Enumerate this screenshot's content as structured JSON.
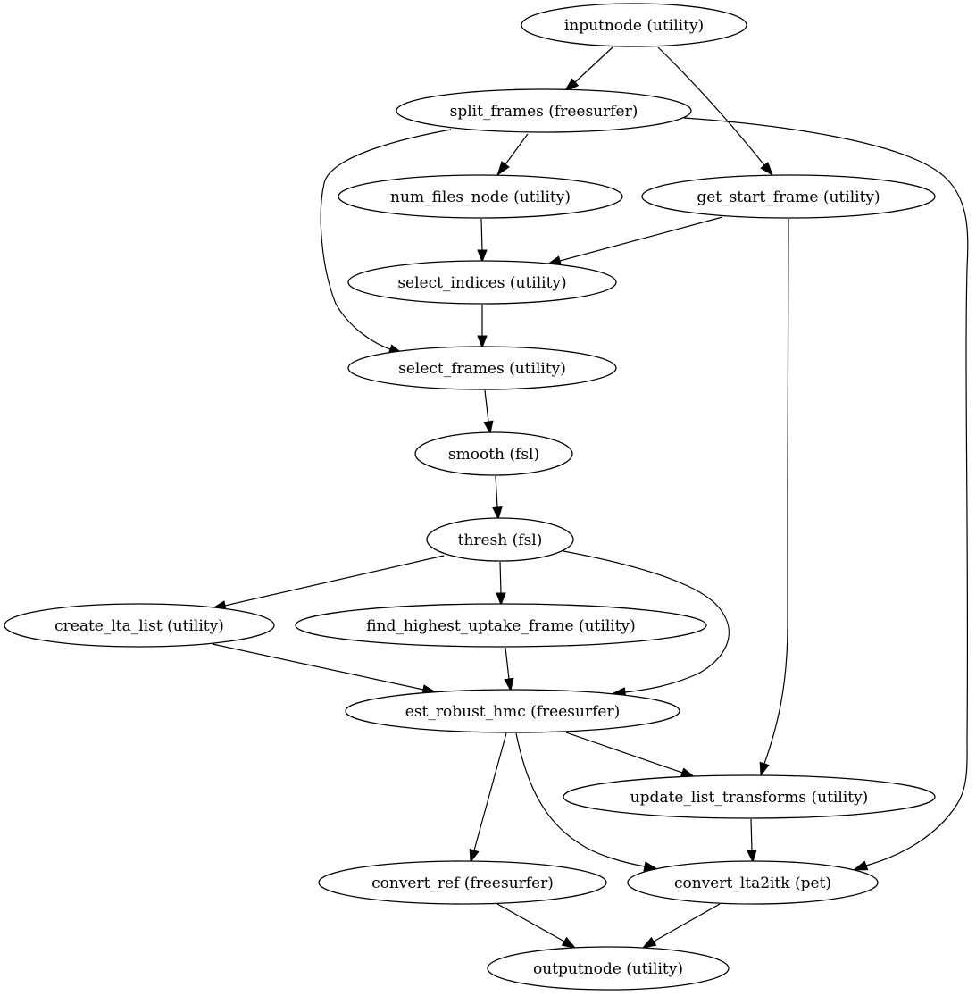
{
  "diagram": {
    "nodes": [
      {
        "id": "inputnode",
        "label": "inputnode (utility)"
      },
      {
        "id": "split_frames",
        "label": "split_frames (freesurfer)"
      },
      {
        "id": "num_files_node",
        "label": "num_files_node (utility)"
      },
      {
        "id": "get_start_frame",
        "label": "get_start_frame (utility)"
      },
      {
        "id": "select_indices",
        "label": "select_indices (utility)"
      },
      {
        "id": "select_frames",
        "label": "select_frames (utility)"
      },
      {
        "id": "smooth",
        "label": "smooth (fsl)"
      },
      {
        "id": "thresh",
        "label": "thresh (fsl)"
      },
      {
        "id": "create_lta_list",
        "label": "create_lta_list (utility)"
      },
      {
        "id": "find_highest_uptake_frame",
        "label": "find_highest_uptake_frame (utility)"
      },
      {
        "id": "est_robust_hmc",
        "label": "est_robust_hmc (freesurfer)"
      },
      {
        "id": "update_list_transforms",
        "label": "update_list_transforms (utility)"
      },
      {
        "id": "convert_ref",
        "label": "convert_ref (freesurfer)"
      },
      {
        "id": "convert_lta2itk",
        "label": "convert_lta2itk (pet)"
      },
      {
        "id": "outputnode",
        "label": "outputnode (utility)"
      }
    ],
    "edges": [
      {
        "from": "inputnode",
        "to": "split_frames"
      },
      {
        "from": "inputnode",
        "to": "get_start_frame"
      },
      {
        "from": "split_frames",
        "to": "num_files_node"
      },
      {
        "from": "split_frames",
        "to": "select_frames"
      },
      {
        "from": "split_frames",
        "to": "convert_lta2itk"
      },
      {
        "from": "num_files_node",
        "to": "select_indices"
      },
      {
        "from": "get_start_frame",
        "to": "select_indices"
      },
      {
        "from": "get_start_frame",
        "to": "update_list_transforms"
      },
      {
        "from": "select_indices",
        "to": "select_frames"
      },
      {
        "from": "select_frames",
        "to": "smooth"
      },
      {
        "from": "smooth",
        "to": "thresh"
      },
      {
        "from": "thresh",
        "to": "create_lta_list"
      },
      {
        "from": "thresh",
        "to": "find_highest_uptake_frame"
      },
      {
        "from": "thresh",
        "to": "est_robust_hmc"
      },
      {
        "from": "create_lta_list",
        "to": "est_robust_hmc"
      },
      {
        "from": "find_highest_uptake_frame",
        "to": "est_robust_hmc"
      },
      {
        "from": "est_robust_hmc",
        "to": "update_list_transforms"
      },
      {
        "from": "est_robust_hmc",
        "to": "convert_ref"
      },
      {
        "from": "est_robust_hmc",
        "to": "convert_lta2itk"
      },
      {
        "from": "update_list_transforms",
        "to": "convert_lta2itk"
      },
      {
        "from": "convert_ref",
        "to": "outputnode"
      },
      {
        "from": "convert_lta2itk",
        "to": "outputnode"
      }
    ]
  }
}
